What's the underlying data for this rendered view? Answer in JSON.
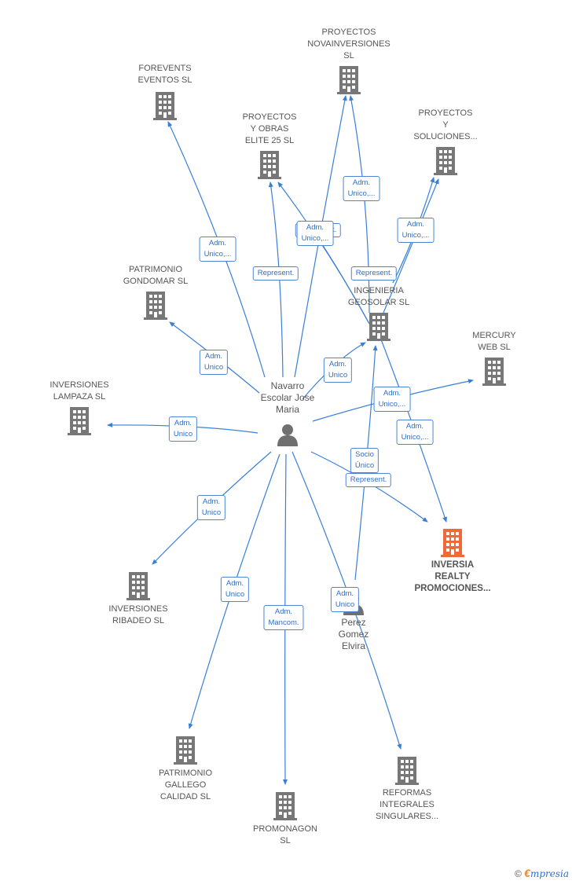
{
  "colors": {
    "edge": "#3a7fd6",
    "building": "#777777",
    "building_main": "#f06a37",
    "person": "#707070"
  },
  "companies": [
    {
      "id": "forevents",
      "label": "FOREVENTS\nEVENTOS  SL"
    },
    {
      "id": "novainversiones",
      "label": "PROYECTOS\nNOVAINVERSIONES\nSL"
    },
    {
      "id": "elite25",
      "label": "PROYECTOS\nY OBRAS\nELITE 25  SL"
    },
    {
      "id": "soluciones",
      "label": "PROYECTOS\nY\nSOLUCIONES..."
    },
    {
      "id": "gondomar",
      "label": "PATRIMONIO\nGONDOMAR  SL"
    },
    {
      "id": "geosolar",
      "label": "INGENIERIA\nGEOSOLAR  SL"
    },
    {
      "id": "mercury",
      "label": "MERCURY\nWEB  SL"
    },
    {
      "id": "lampaza",
      "label": "INVERSIONES\nLAMPAZA  SL"
    },
    {
      "id": "inversia",
      "label": "INVERSIA\nREALTY\nPROMOCIONES...",
      "main": true
    },
    {
      "id": "ribadeo",
      "label": "INVERSIONES\nRIBADEO  SL"
    },
    {
      "id": "gallego",
      "label": "PATRIMONIO\nGALLEGO\nCALIDAD  SL"
    },
    {
      "id": "promonagon",
      "label": "PROMONAGON\nSL"
    },
    {
      "id": "reformas",
      "label": "REFORMAS\nINTEGRALES\nSINGULARES..."
    }
  ],
  "persons": [
    {
      "id": "navarro",
      "label": "Navarro\nEscolar Jose\nMaria"
    },
    {
      "id": "perez",
      "label": "Perez\nGomez\nElvira"
    }
  ],
  "relations": [
    {
      "id": "r-forevents",
      "label": "Adm.\nUnico,..."
    },
    {
      "id": "r-elite-navarro",
      "label": "Represent."
    },
    {
      "id": "r-elite-geo",
      "label": "Represent."
    },
    {
      "id": "r-elite-geo-2",
      "label": "Adm.\nUnico,..."
    },
    {
      "id": "r-nova-geo",
      "label": "Adm.\nUnico,..."
    },
    {
      "id": "r-sol-geo",
      "label": "Adm.\nUnico,..."
    },
    {
      "id": "r-nova-sol",
      "label": "Represent."
    },
    {
      "id": "r-gondomar",
      "label": "Adm.\nUnico"
    },
    {
      "id": "r-geo",
      "label": "Adm.\nUnico"
    },
    {
      "id": "r-mercury",
      "label": "Adm.\nUnico,..."
    },
    {
      "id": "r-inversia-geo",
      "label": "Adm.\nUnico,..."
    },
    {
      "id": "r-lampaza",
      "label": "Adm.\nUnico"
    },
    {
      "id": "r-socio",
      "label": "Socio\nÚnico"
    },
    {
      "id": "r-represent-inversia",
      "label": "Represent."
    },
    {
      "id": "r-ribadeo",
      "label": "Adm.\nUnico"
    },
    {
      "id": "r-gallego",
      "label": "Adm.\nUnico"
    },
    {
      "id": "r-promonagon",
      "label": "Adm.\nMancom."
    },
    {
      "id": "r-reformas",
      "label": "Adm.\nUnico"
    }
  ],
  "brand": {
    "copyright": "©",
    "e": "€",
    "rest": "mpresia"
  }
}
